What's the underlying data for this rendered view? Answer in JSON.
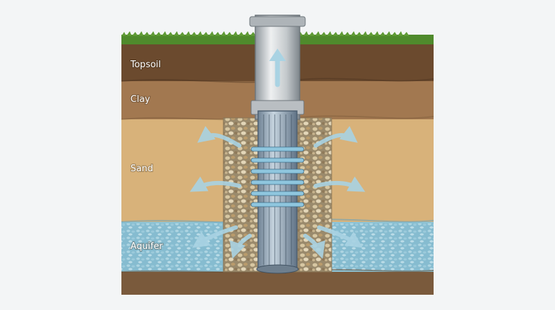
{
  "layers": [
    {
      "key": "topsoil",
      "label": "Topsoil",
      "color": "#6b4a2e"
    },
    {
      "key": "clay",
      "label": "Clay",
      "color": "#a27850"
    },
    {
      "key": "sand",
      "label": "Sand",
      "color": "#d8b27a"
    },
    {
      "key": "aquifer",
      "label": "Aquifer",
      "color": "#8ec4d6"
    }
  ],
  "colors": {
    "grass": "#4f8a2c",
    "bedrock": "#7a5a3c",
    "casing": "#c9cdd0",
    "screen": "#9fb4c6",
    "gravel_pack": "#b8a585",
    "water_arrow": "#b8dce8"
  },
  "icons": {
    "flow_up": "arrow-up-icon",
    "inflow": "curved-arrow-icon"
  }
}
